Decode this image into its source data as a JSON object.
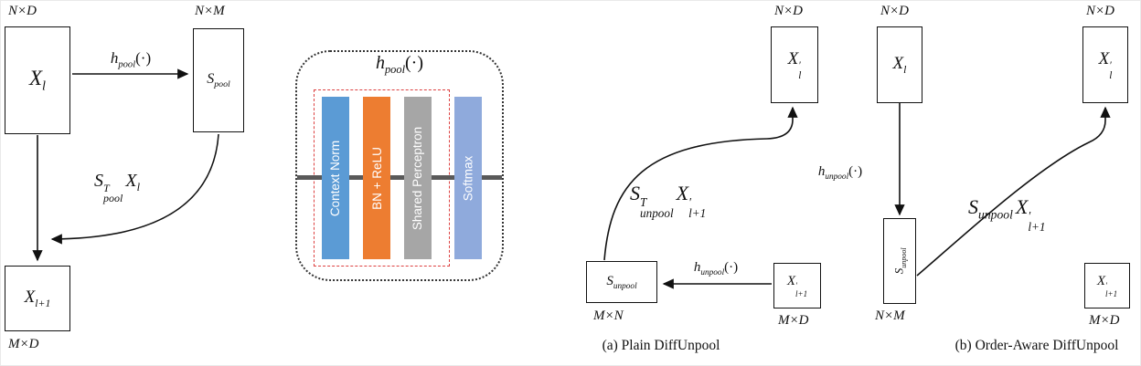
{
  "colors": {
    "arrow": "#111111",
    "box_border": "#111111",
    "dotted_border": "#333333",
    "red_dashed_border": "#dd4040",
    "flow_line": "#595959",
    "bar_context_norm": "#5b9bd5",
    "bar_bn_relu": "#ed7d31",
    "bar_shared_perceptron": "#a6a6a6",
    "bar_softmax": "#8faadc"
  },
  "left": {
    "xl_dim": "N×D",
    "xl": {
      "b": "X",
      "sub": "l"
    },
    "hpool": {
      "b": "h",
      "sub": "pool",
      "args": "(·)"
    },
    "spool_dim": "N×M",
    "spool": {
      "b": "S",
      "sub": "pool"
    },
    "formula": {
      "s": "S",
      "sup": "T",
      "sub": "pool",
      "x": "X",
      "xsub": "l"
    },
    "xl1": {
      "b": "X",
      "sub": "l+1"
    },
    "xl1_dim": "M×D"
  },
  "detail": {
    "title": {
      "b": "h",
      "sub": "pool",
      "args": "(·)"
    },
    "layers": [
      {
        "label": "Context Norm",
        "color": "#5b9bd5"
      },
      {
        "label": "BN + ReLU",
        "color": "#ed7d31"
      },
      {
        "label": "Shared Perceptron",
        "color": "#a6a6a6"
      },
      {
        "label": "Softmax",
        "color": "#8faadc"
      }
    ]
  },
  "plain": {
    "caption": "(a) Plain DiffUnpool",
    "xlp_dim": "N×D",
    "xlp": {
      "b": "X",
      "sup": "′",
      "sub": "l"
    },
    "formula": {
      "s": "S",
      "sup": "T",
      "sub": "unpool",
      "x": "X",
      "xsup": "′",
      "xsub": "l+1"
    },
    "sunpool": {
      "b": "S",
      "sub": "unpool"
    },
    "sunpool_dim": "M×N",
    "hunpool": {
      "b": "h",
      "sub": "unpool",
      "args": "(·)"
    },
    "xl1p": {
      "b": "X",
      "sup": "′",
      "sub": "l+1"
    },
    "xl1p_dim": "M×D"
  },
  "order": {
    "caption": "(b) Order-Aware DiffUnpool",
    "xl_dim": "N×D",
    "xl": {
      "b": "X",
      "sub": "l"
    },
    "hunpool": {
      "b": "h",
      "sub": "unpool",
      "args": "(·)"
    },
    "sunpool": {
      "b": "S",
      "sub": "unpool"
    },
    "sunpool_dim": "N×M",
    "xlp_dim": "N×D",
    "xlp": {
      "b": "X",
      "sup": "′",
      "sub": "l"
    },
    "formula": {
      "s": "S",
      "sub": "unpool",
      "x": "X",
      "xsup": "′",
      "xsub": "l+1"
    },
    "xl1p": {
      "b": "X",
      "sup": "′",
      "sub": "l+1"
    },
    "xl1p_dim": "M×D"
  }
}
